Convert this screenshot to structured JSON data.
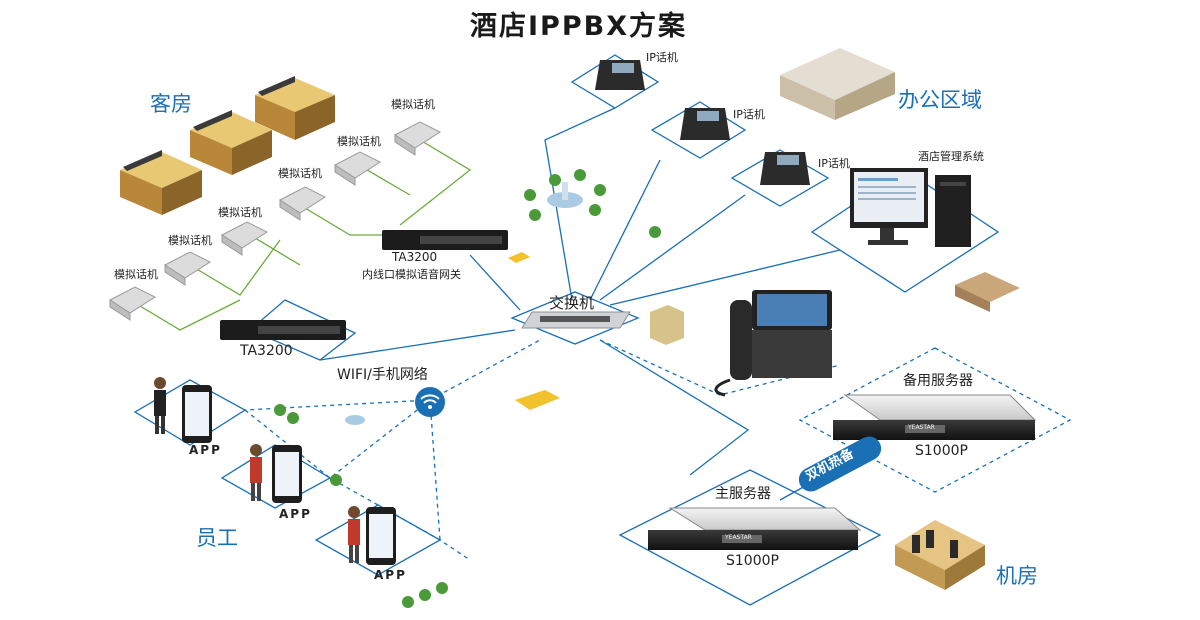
{
  "title": "酒店IPPBX方案",
  "zones": {
    "guest_room": "客房",
    "office": "办公区域",
    "staff": "员工",
    "machine_room": "机房"
  },
  "labels": {
    "analog_phone": "模拟话机",
    "ip_phone": "IP话机",
    "hotel_system": "酒店管理系统",
    "ta3200_top": "TA3200",
    "ta3200_desc": "内线口模拟语音网关",
    "ta3200_bottom": "TA3200",
    "switch": "交换机",
    "wifi": "WIFI/手机网络",
    "app": "APP",
    "main_server": "主服务器",
    "backup_server": "备用服务器",
    "server_model": "S1000P",
    "hot_standby": "双机热备",
    "rack_brand": "YEASTAR"
  },
  "colors": {
    "line_blue": "#1a6fb5",
    "line_green": "#6aab3a",
    "zone_blue": "#1a6fb5"
  }
}
